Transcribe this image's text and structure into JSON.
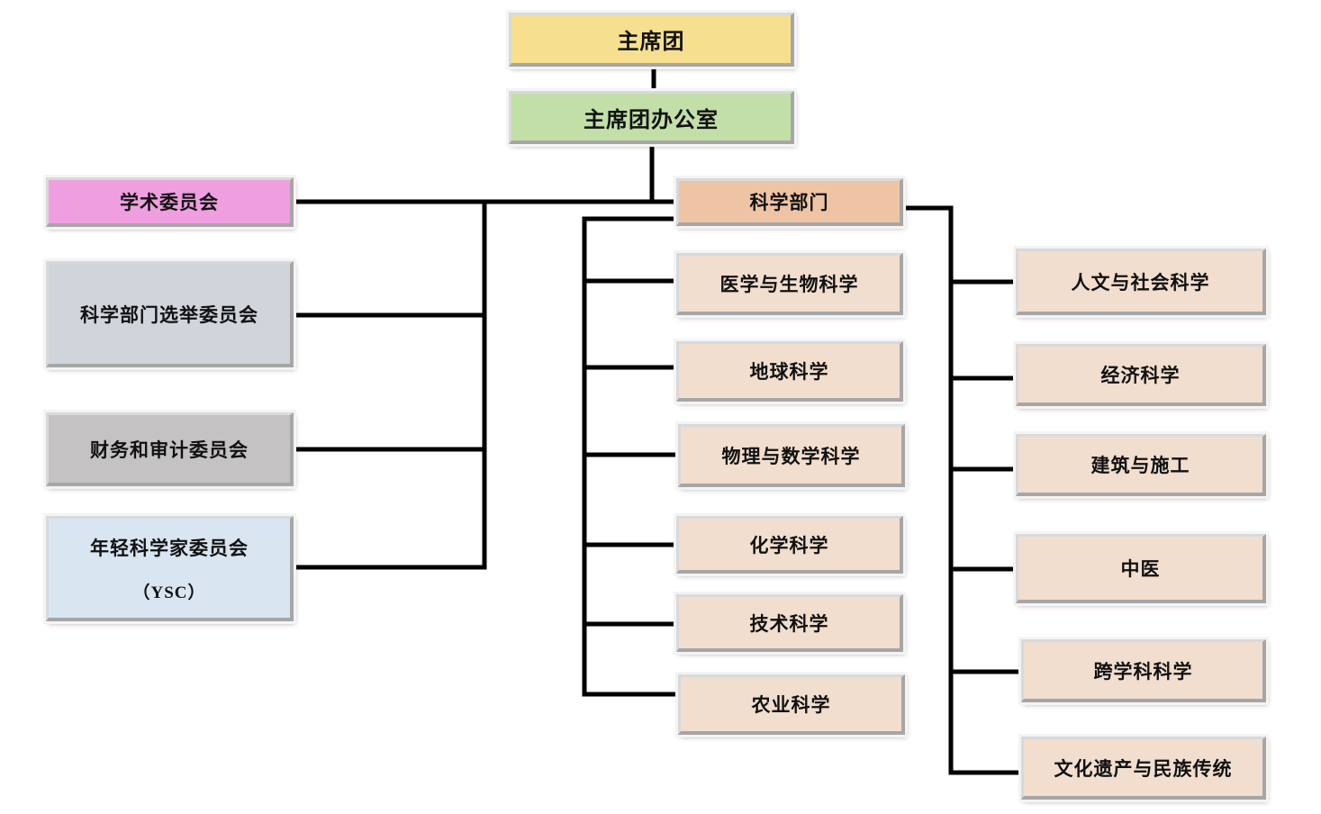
{
  "presidium": "主席团",
  "presidium_office": "主席团办公室",
  "committees": [
    {
      "label": "学术委员会"
    },
    {
      "label": "科学部门选举委员会"
    },
    {
      "label": "财务和审计委员会"
    },
    {
      "label": "年轻科学家委员会",
      "label_line2": "（YSC）"
    }
  ],
  "science_department": "科学部门",
  "sections_left": [
    "医学与生物科学",
    "地球科学",
    "物理与数学科学",
    "化学科学",
    "技术科学",
    "农业科学"
  ],
  "sections_right": [
    "人文与社会科学",
    "经济科学",
    "建筑与施工",
    "中医",
    "跨学科科学",
    "文化遗产与民族传统"
  ],
  "colors": {
    "presidium": "#f6e08f",
    "presidium_office": "#c2dfa8",
    "academic_committee": "#ef9fe0",
    "election_committee": "#d0d5dc",
    "finance_committee": "#c4c2c2",
    "ysc": "#d9e5f1",
    "science_department": "#efc4a4",
    "sections": "#f2dece",
    "connectors": "#000000"
  }
}
